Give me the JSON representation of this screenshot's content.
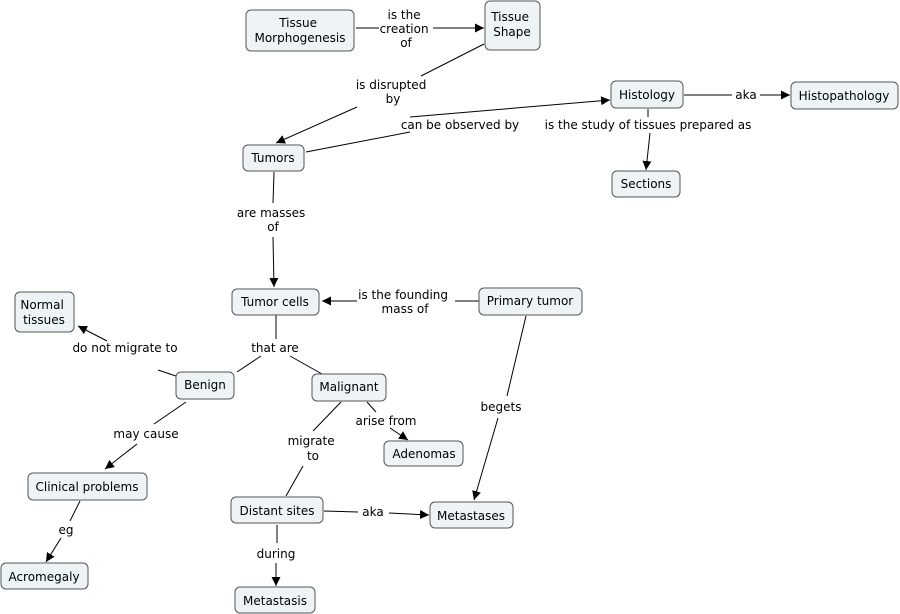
{
  "nodes": {
    "tissue_morphogenesis": [
      "Tissue",
      "Morphogenesis"
    ],
    "tissue_shape": [
      "Tissue",
      "Shape"
    ],
    "histology": [
      "Histology"
    ],
    "histopathology": [
      "Histopathology"
    ],
    "tumors": [
      "Tumors"
    ],
    "sections": [
      "Sections"
    ],
    "tumor_cells": [
      "Tumor cells"
    ],
    "primary_tumor": [
      "Primary tumor"
    ],
    "normal_tissues": [
      "Normal",
      "tissues"
    ],
    "benign": [
      "Benign"
    ],
    "malignant": [
      "Malignant"
    ],
    "adenomas": [
      "Adenomas"
    ],
    "clinical_problems": [
      "Clinical problems"
    ],
    "distant_sites": [
      "Distant sites"
    ],
    "metastases": [
      "Metastases"
    ],
    "acromegaly": [
      "Acromegaly"
    ],
    "metastasis": [
      "Metastasis"
    ]
  },
  "links": {
    "is_the_creation_of": [
      "is the",
      "creation",
      "of"
    ],
    "is_disrupted_by": [
      "is disrupted",
      "by"
    ],
    "can_be_observed_by": [
      "can be observed by"
    ],
    "aka_histology": [
      "aka"
    ],
    "is_the_study_of": [
      "is the study of tissues prepared as"
    ],
    "are_masses_of": [
      "are masses",
      "of"
    ],
    "is_the_founding_mass_of": [
      "is the founding",
      "mass of"
    ],
    "that_are": [
      "that are"
    ],
    "do_not_migrate_to": [
      "do not migrate to"
    ],
    "arise_from": [
      "arise from"
    ],
    "begets": [
      "begets"
    ],
    "may_cause": [
      "may cause"
    ],
    "migrate_to": [
      "migrate",
      "to"
    ],
    "eg": [
      "eg"
    ],
    "aka_distant": [
      "aka"
    ],
    "during": [
      "during"
    ]
  }
}
